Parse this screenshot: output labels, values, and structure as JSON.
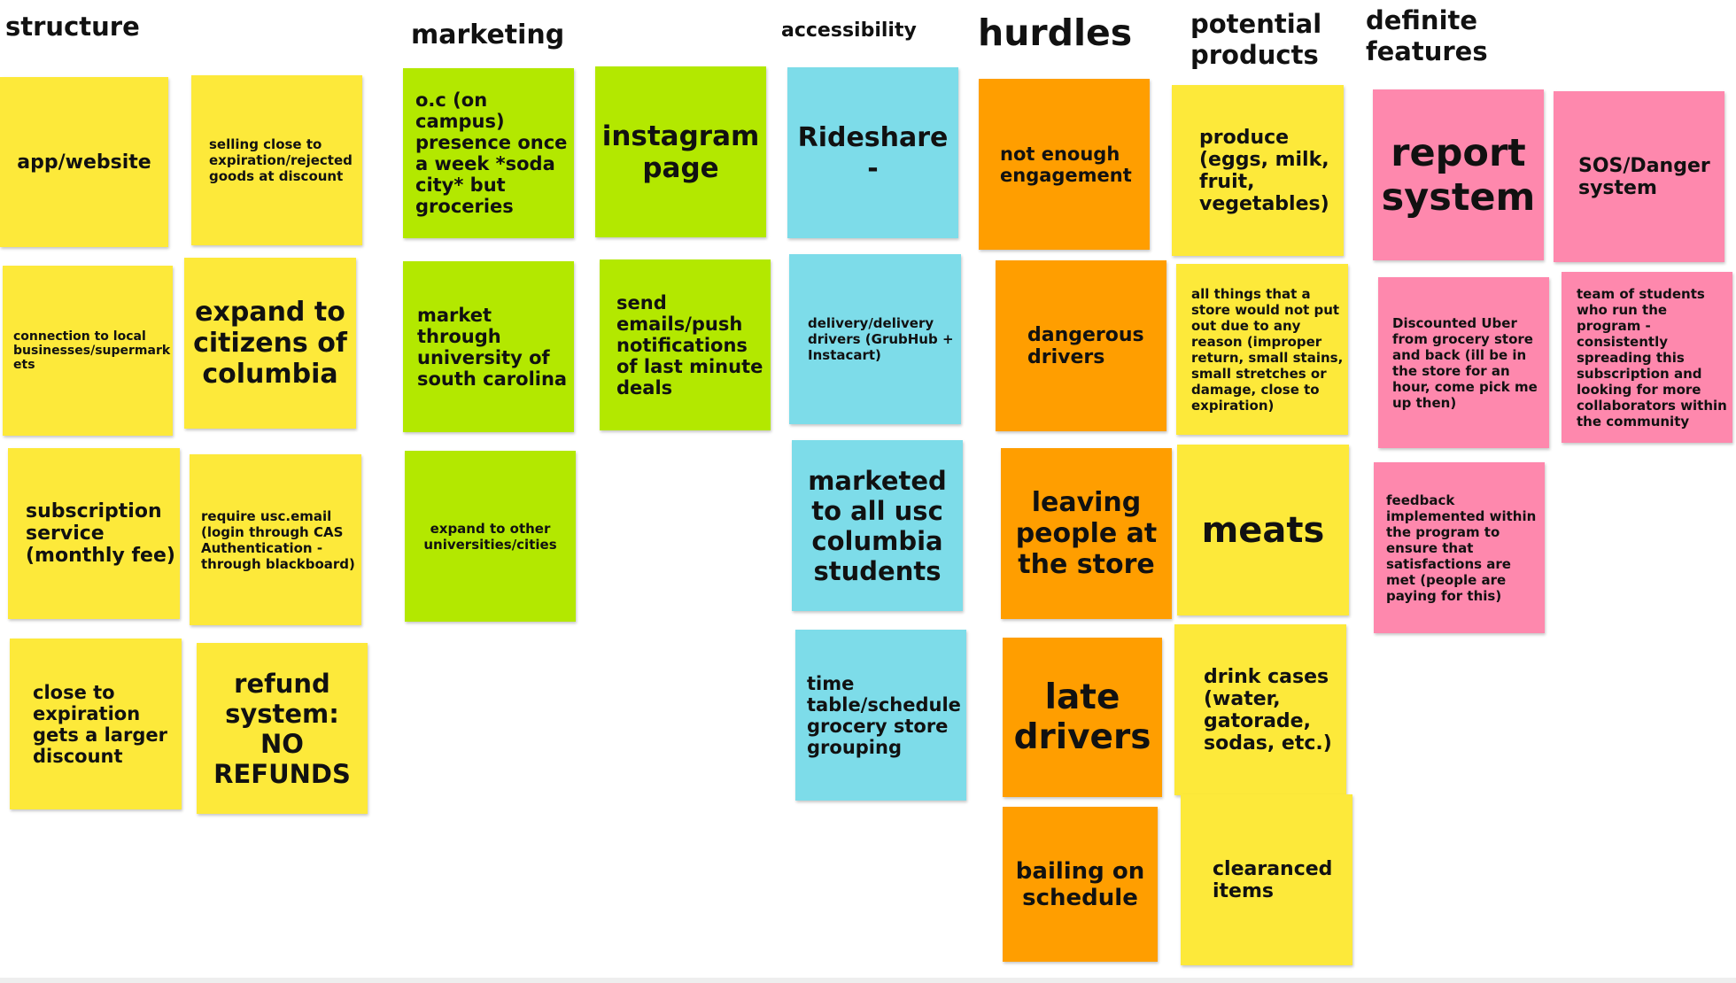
{
  "headings": {
    "structure": "structure",
    "marketing": "marketing",
    "accessibility": "accessibility",
    "hurdles": "hurdles",
    "potential_products": "potential\nproducts",
    "definite_features": "definite\nfeatures"
  },
  "structure": {
    "app_website": "app/website",
    "selling_close": "selling close to\nexpiration/rejected\ngoods at discount",
    "connection_local": "connection to local\nbusinesses/supermark\nets",
    "expand_citizens": "expand to\ncitizens of\ncolumbia",
    "subscription": "subscription\nservice\n(monthly fee)",
    "require_usc": "require usc.email\n(login through CAS\nAuthentication -\nthrough blackboard)",
    "close_expiration": "close to\nexpiration\ngets a larger\ndiscount",
    "refund": "refund\nsystem:\nNO\nREFUNDS"
  },
  "marketing": {
    "oc_presence": "o.c (on\ncampus)\npresence once\na week *soda\ncity* but\ngroceries",
    "instagram": "instagram\npage",
    "market_through": "market\nthrough\nuniversity of\nsouth carolina",
    "send_emails": "send\nemails/push\nnotifications\nof last minute\ndeals",
    "expand_other": "expand to other\nuniversities/cities"
  },
  "accessibility": {
    "rideshare": "Rideshare\n-",
    "delivery": "delivery/delivery\ndrivers (GrubHub +\nInstacart)",
    "marketed": "marketed\nto all usc\ncolumbia\nstudents",
    "timetable": "time\ntable/schedule\ngrocery store\ngrouping"
  },
  "hurdles": {
    "not_enough": "not enough\nengagement",
    "dangerous": "dangerous\ndrivers",
    "leaving": "leaving\npeople at\nthe store",
    "late": "late\ndrivers",
    "bailing": "bailing on\nschedule"
  },
  "products": {
    "produce": "produce\n(eggs, milk,\nfruit,\nvegetables)",
    "all_things": "all things that a\nstore would not put\nout due to any\nreason (improper\nreturn, small stains,\nsmall stretches or\ndamage, close to\nexpiration)",
    "meats": "meats",
    "drink_cases": "drink cases\n(water,\ngatorade,\nsodas, etc.)",
    "clearanced": "clearanced\nitems"
  },
  "features": {
    "report": "report\nsystem",
    "sos": "SOS/Danger\nsystem",
    "uber": "Discounted Uber\nfrom grocery store\nand back (ill be in\nthe store for an\nhour, come pick me\nup then)",
    "team": "team of students\nwho run the\nprogram -\nconsistently\nspreading this\nsubscription and\nlooking for more\ncollaborators within\nthe community",
    "feedback": "feedback\nimplemented within\nthe program to\nensure that\nsatisfactions are\nmet (people are\npaying for this)"
  },
  "colors": {
    "yellow": "#fde93a",
    "green": "#b3e800",
    "blue": "#7ddce9",
    "orange": "#ff9e00",
    "pink": "#fe88ad"
  }
}
